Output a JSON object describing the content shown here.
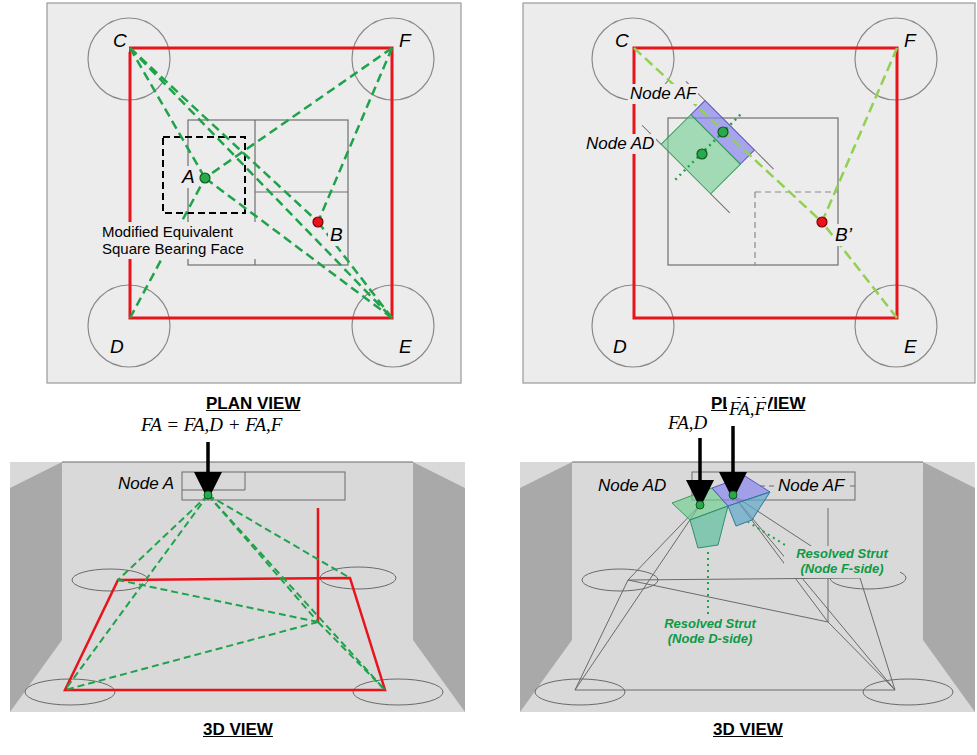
{
  "diagram": {
    "labels": [
      "C",
      "F",
      "A",
      "B",
      "D",
      "E",
      "Modified Equivalent Square Bearing Face",
      "PLAN VIEW",
      "C",
      "F",
      "Node AF",
      "Node AD",
      "B’",
      "D",
      "E",
      "PLAN VIEW",
      "FA = FA,D + FA,F",
      "Node A",
      "3D VIEW",
      "FA,D",
      "FA,F",
      "Node AD",
      "Node AF",
      "Resolved Strut (Node F-side)",
      "Resolved Strut (Node D-side)",
      "3D VIEW"
    ]
  }
}
